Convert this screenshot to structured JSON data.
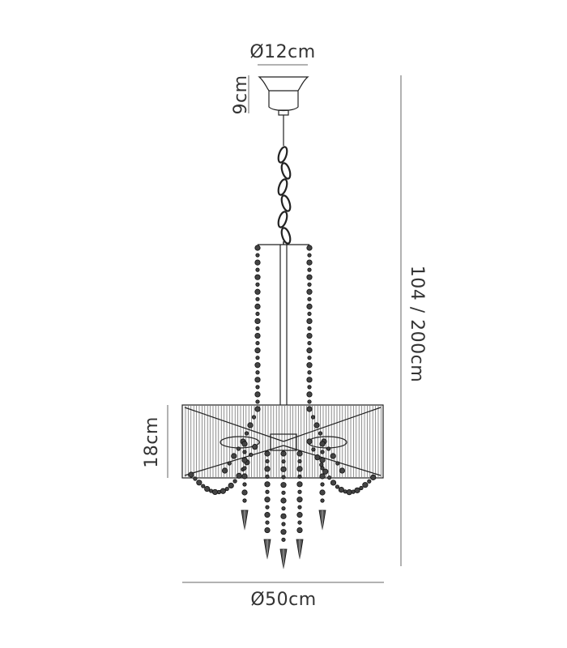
{
  "dimensions": {
    "canopy_diameter": "Ø12cm",
    "canopy_height": "9cm",
    "total_height": "104 / 200cm",
    "shade_height": "18cm",
    "shade_diameter": "Ø50cm"
  },
  "colors": {
    "line": "#222222",
    "dimension": "#666666",
    "text": "#333333"
  }
}
